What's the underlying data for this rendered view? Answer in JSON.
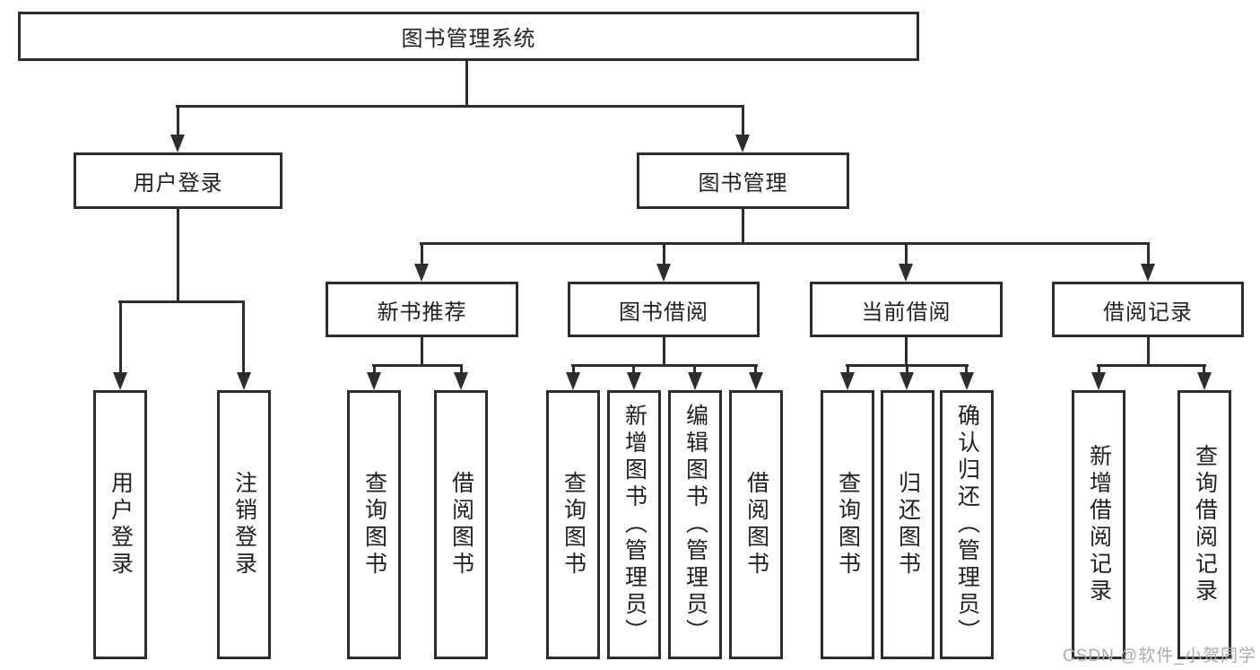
{
  "diagram": {
    "root": {
      "label": "图书管理系统"
    },
    "level2": [
      {
        "id": "user-login",
        "label": "用户登录"
      },
      {
        "id": "book-management",
        "label": "图书管理"
      }
    ],
    "level3": [
      {
        "id": "new-book-recommend",
        "label": "新书推荐",
        "parent": "图书管理"
      },
      {
        "id": "book-borrowing",
        "label": "图书借阅",
        "parent": "图书管理"
      },
      {
        "id": "current-borrowing",
        "label": "当前借阅",
        "parent": "图书管理"
      },
      {
        "id": "borrowing-records",
        "label": "借阅记录",
        "parent": "图书管理"
      }
    ],
    "leaves": [
      {
        "label": "用户登录",
        "parent": "用户登录"
      },
      {
        "label": "注销登录",
        "parent": "用户登录"
      },
      {
        "label": "查询图书",
        "parent": "新书推荐"
      },
      {
        "label": "借阅图书",
        "parent": "新书推荐"
      },
      {
        "label": "查询图书",
        "parent": "图书借阅"
      },
      {
        "label": "新增图书（管理员）",
        "parent": "图书借阅"
      },
      {
        "label": "编辑图书（管理员）",
        "parent": "图书借阅"
      },
      {
        "label": "借阅图书",
        "parent": "图书借阅"
      },
      {
        "label": "查询图书",
        "parent": "当前借阅"
      },
      {
        "label": "归还图书",
        "parent": "当前借阅"
      },
      {
        "label": "确认归还（管理员）",
        "parent": "当前借阅"
      },
      {
        "label": "新增借阅记录",
        "parent": "借阅记录"
      },
      {
        "label": "查询借阅记录",
        "parent": "借阅记录"
      }
    ]
  },
  "watermark": {
    "text": "CSDN @软件_小贺同学"
  },
  "colors": {
    "line": "#2d2d2d",
    "text": "#1f1f1f",
    "box_background": "#ffffff",
    "page_background": "#ffffff",
    "watermark": "#a8abaf"
  }
}
